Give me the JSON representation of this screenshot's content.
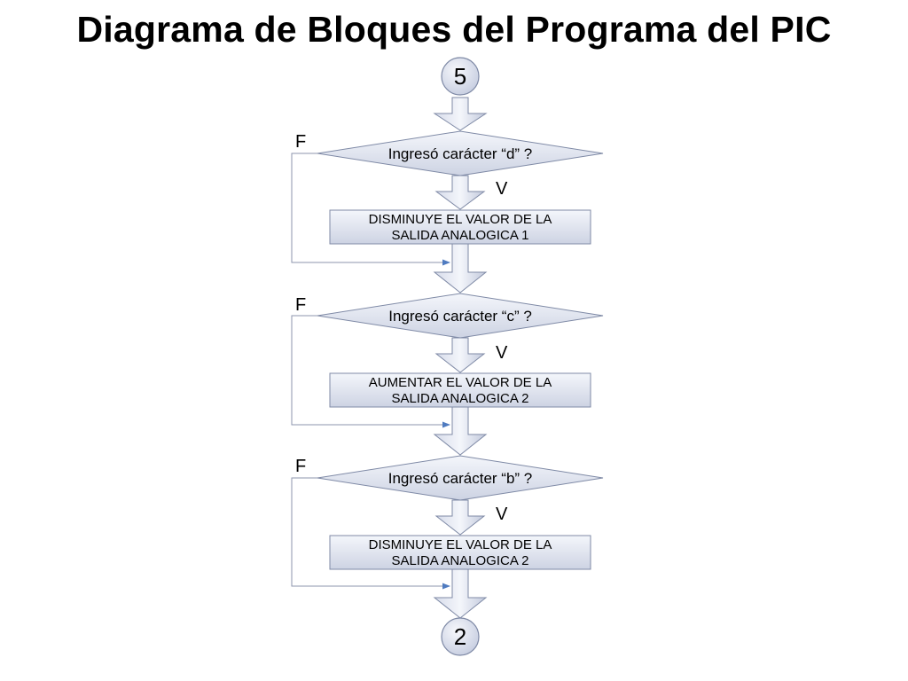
{
  "title": "Diagrama de Bloques del Programa del PIC",
  "diagram": {
    "start_connector": "5",
    "end_connector": "2",
    "stages": [
      {
        "decision": "Ingresó carácter “d” ?",
        "true_label": "V",
        "false_label": "F",
        "action_line1": "DISMINUYE EL VALOR DE LA",
        "action_line2": "SALIDA ANALOGICA 1"
      },
      {
        "decision": "Ingresó carácter “c” ?",
        "true_label": "V",
        "false_label": "F",
        "action_line1": "AUMENTAR EL VALOR DE LA",
        "action_line2": "SALIDA ANALOGICA 2"
      },
      {
        "decision": "Ingresó carácter “b” ?",
        "true_label": "V",
        "false_label": "F",
        "action_line1": "DISMINUYE EL VALOR DE LA",
        "action_line2": "SALIDA ANALOGICA 2"
      }
    ],
    "colors": {
      "fill_light": "#eef1f8",
      "fill_dark": "#c9d0e1",
      "stroke": "#7f8aa6",
      "loop_line": "#8c95ad",
      "loop_arrow": "#4f7bc0"
    }
  }
}
